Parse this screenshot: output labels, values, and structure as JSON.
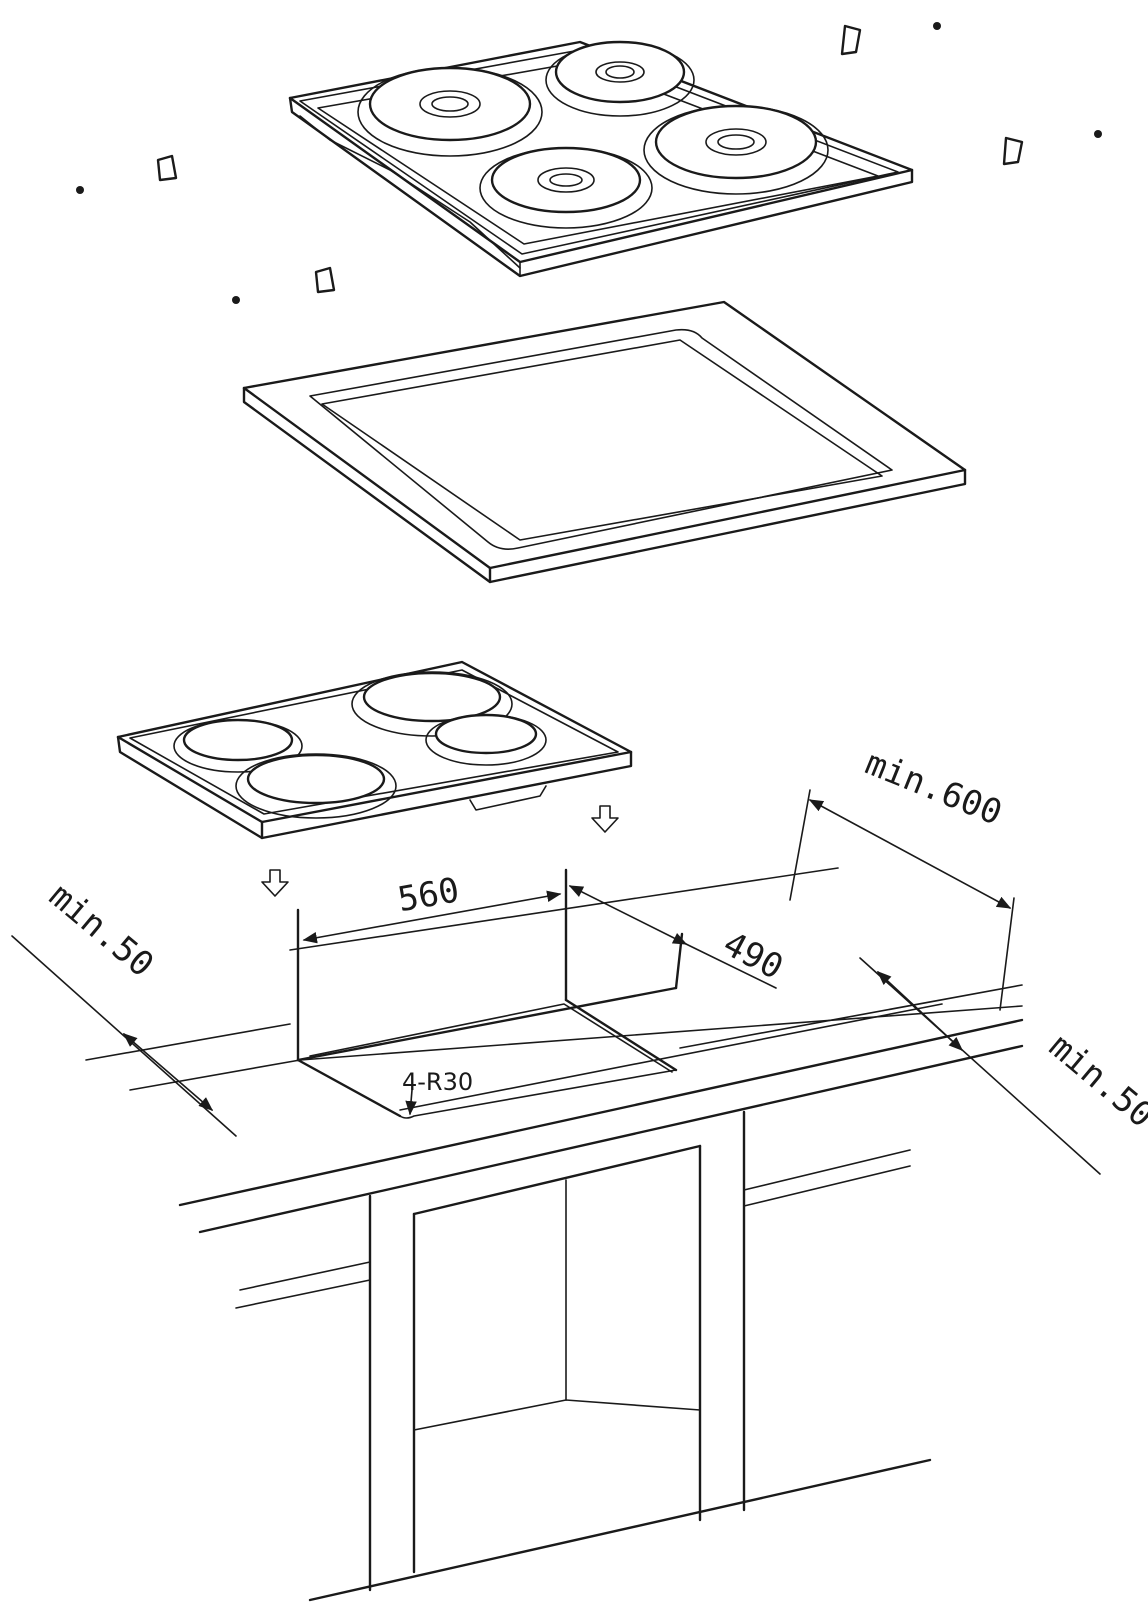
{
  "dimensions": {
    "cutout_width": "560",
    "cutout_depth": "490",
    "corner_radius": "4-R30",
    "min_depth": "min.600",
    "min_left": "min.50",
    "min_front": "min.50"
  }
}
